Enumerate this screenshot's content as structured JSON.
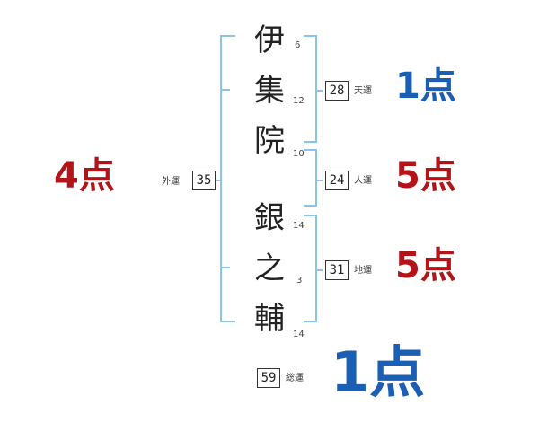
{
  "colors": {
    "bracket": "#8cc4e8",
    "good": "#1a5fb4",
    "bad": "#b3141a"
  },
  "name": {
    "chars": [
      {
        "char": "伊",
        "strokes": "6"
      },
      {
        "char": "集",
        "strokes": "12"
      },
      {
        "char": "院",
        "strokes": "10"
      },
      {
        "char": "銀",
        "strokes": "14"
      },
      {
        "char": "之",
        "strokes": "3"
      },
      {
        "char": "輔",
        "strokes": "14"
      }
    ]
  },
  "fortunes": {
    "ten": {
      "value": "28",
      "label": "天運",
      "score": "1点"
    },
    "jin": {
      "value": "24",
      "label": "人運",
      "score": "5点"
    },
    "chi": {
      "value": "31",
      "label": "地運",
      "score": "5点"
    },
    "gai": {
      "value": "35",
      "label": "外運",
      "score": "4点"
    },
    "sou": {
      "value": "59",
      "label": "総運",
      "score": "1点"
    }
  }
}
